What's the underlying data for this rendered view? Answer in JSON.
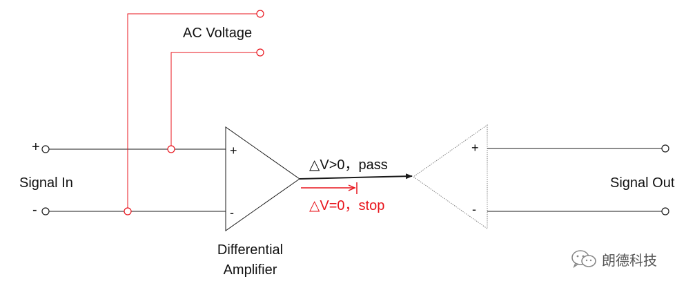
{
  "labels": {
    "ac_voltage": "AC Voltage",
    "signal_in": "Signal In",
    "signal_out": "Signal Out",
    "plus_in": "+",
    "minus_in": "-",
    "amp_plus": "+",
    "amp_minus": "-",
    "buf_plus": "+",
    "buf_minus": "-",
    "pass": "△V>0，pass",
    "stop": "△V=0，stop",
    "diff_amp_line1": "Differential",
    "diff_amp_line2": "Amplifier"
  },
  "watermark": {
    "text": "朗德科技",
    "icon": "wechat-logo-icon"
  },
  "colors": {
    "wire": "#1a1a1a",
    "ac_wire": "#e8141c",
    "stop_label": "#e8141c",
    "buffer_outline": "#808080"
  }
}
